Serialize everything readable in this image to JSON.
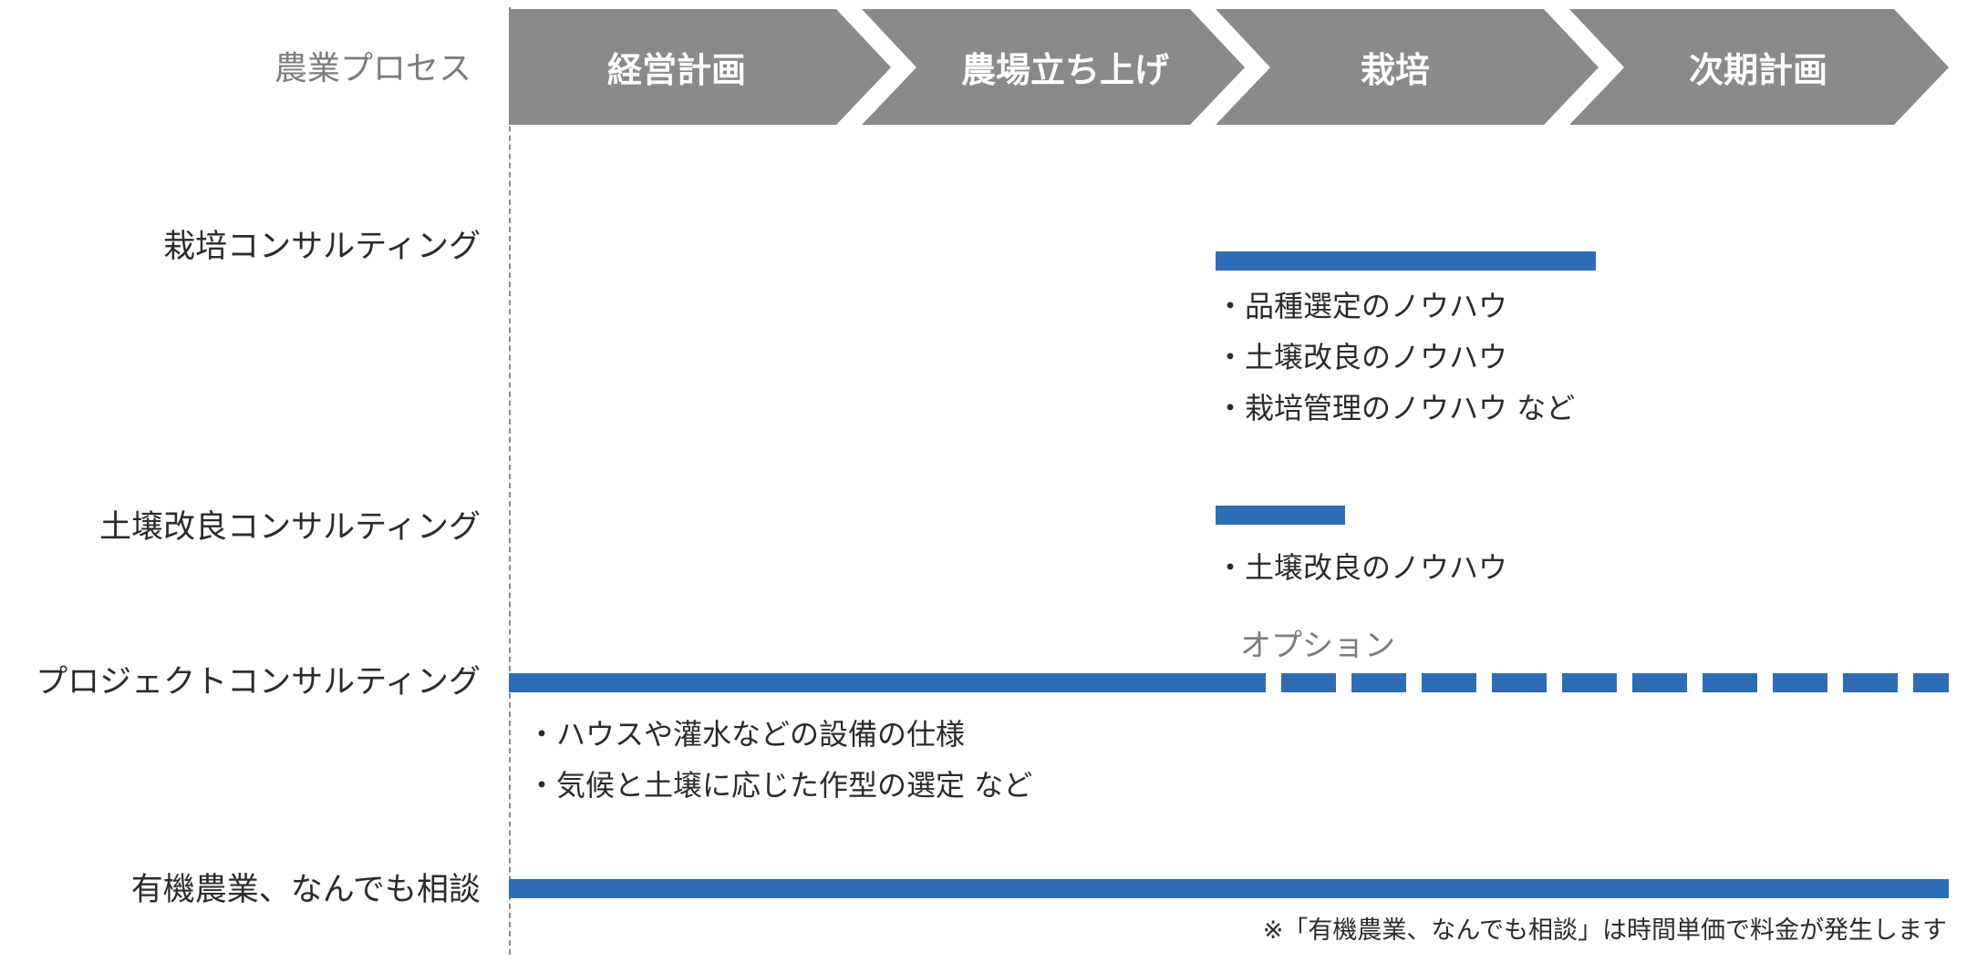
{
  "process": {
    "label": "農業プロセス",
    "stages": [
      {
        "label": "経営計画"
      },
      {
        "label": "農場立ち上げ"
      },
      {
        "label": "栽培"
      },
      {
        "label": "次期計画"
      }
    ]
  },
  "rows": [
    {
      "label": "栽培コンサルティング",
      "bullets": [
        "品種選定のノウハウ",
        "土壌改良のノウハウ",
        "栽培管理のノウハウ など"
      ]
    },
    {
      "label": "土壌改良コンサルティング",
      "bullets": [
        "土壌改良のノウハウ"
      ]
    },
    {
      "label": "プロジェクトコンサルティング",
      "option_label": "オプション",
      "bullets": [
        "ハウスや灌水などの設備の仕様",
        "気候と土壌に応じた作型の選定 など"
      ]
    },
    {
      "label": "有機農業、なんでも相談",
      "bullets": []
    }
  ],
  "footnote": "※「有機農業、なんでも相談」は時間単価で料金が発生します",
  "colors": {
    "chevron": "#8a8a8a",
    "bar": "#2e6db5",
    "text": "#2b2b2b",
    "muted": "#7c7c7c"
  }
}
